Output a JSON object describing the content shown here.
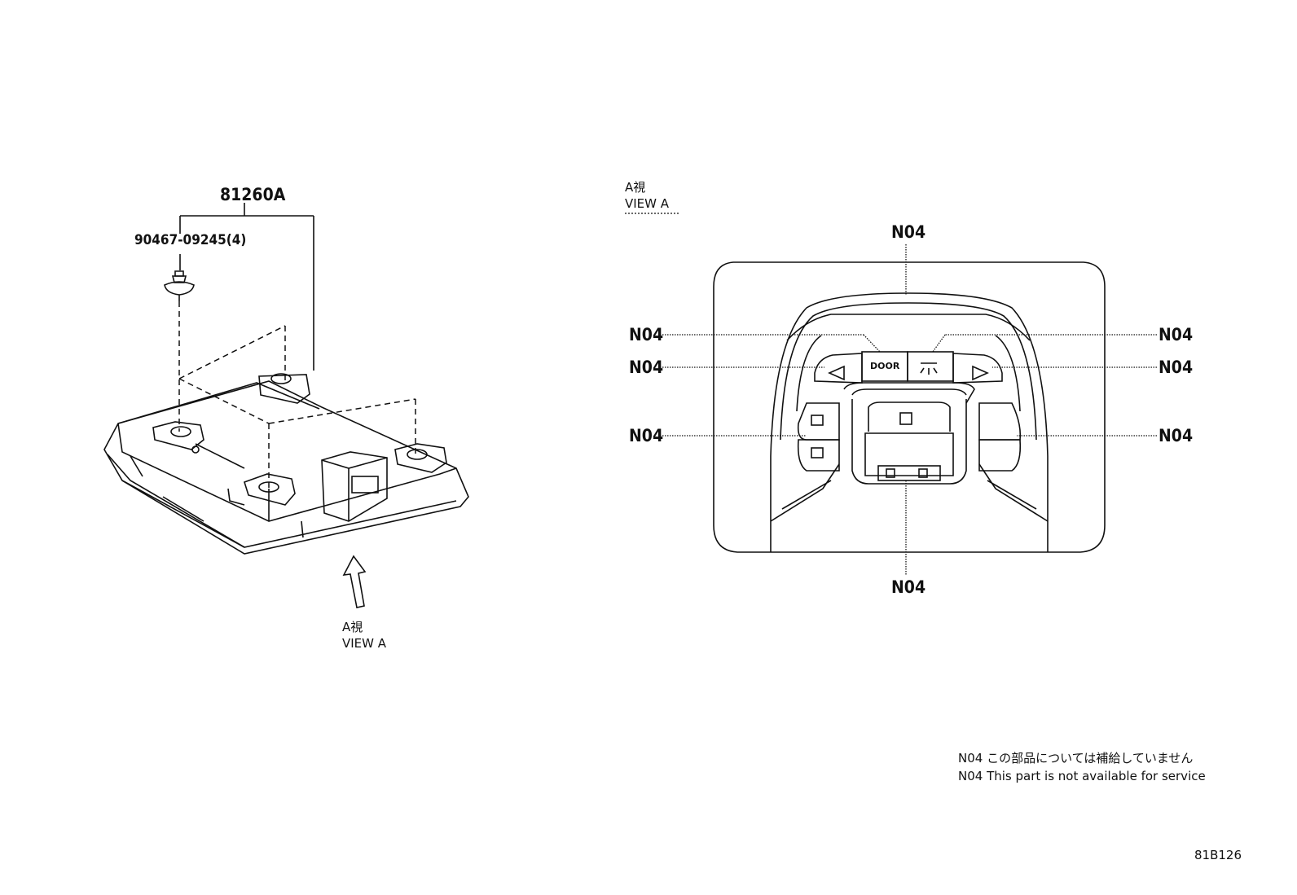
{
  "left_view": {
    "assembly_part": "81260A",
    "fastener_part": "90467-09245(4)",
    "view_label_jp": "A視",
    "view_label_en": "VIEW A"
  },
  "right_view": {
    "title_jp": "A視",
    "title_en": "VIEW A",
    "callout_code": "N04",
    "button_door_text": "DOOR"
  },
  "notes": [
    "N04 この部品については補給していません",
    "N04 This part is not available for service"
  ],
  "figure_code": "81B126",
  "colors": {
    "line": "#111111",
    "paper": "#ffffff"
  }
}
